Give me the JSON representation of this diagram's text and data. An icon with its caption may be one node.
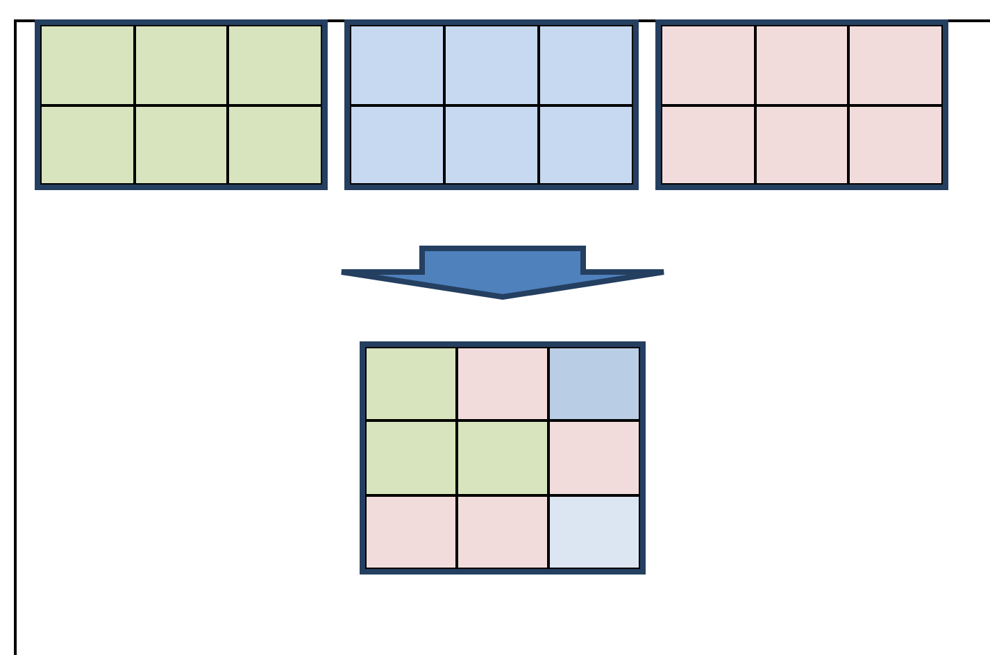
{
  "diagram": {
    "nodes": [
      {
        "text": [],
        "shape": "grid"
      },
      {
        "text": [],
        "shape": "grid"
      },
      {
        "text": [],
        "shape": "grid"
      },
      {
        "text": [],
        "shape": "grid"
      }
    ],
    "edges": [
      {
        "from": 0,
        "to": 3,
        "arrow": "to"
      },
      {
        "from": 1,
        "to": 3,
        "arrow": "to"
      },
      {
        "from": 2,
        "to": 3,
        "arrow": "to"
      }
    ]
  }
}
